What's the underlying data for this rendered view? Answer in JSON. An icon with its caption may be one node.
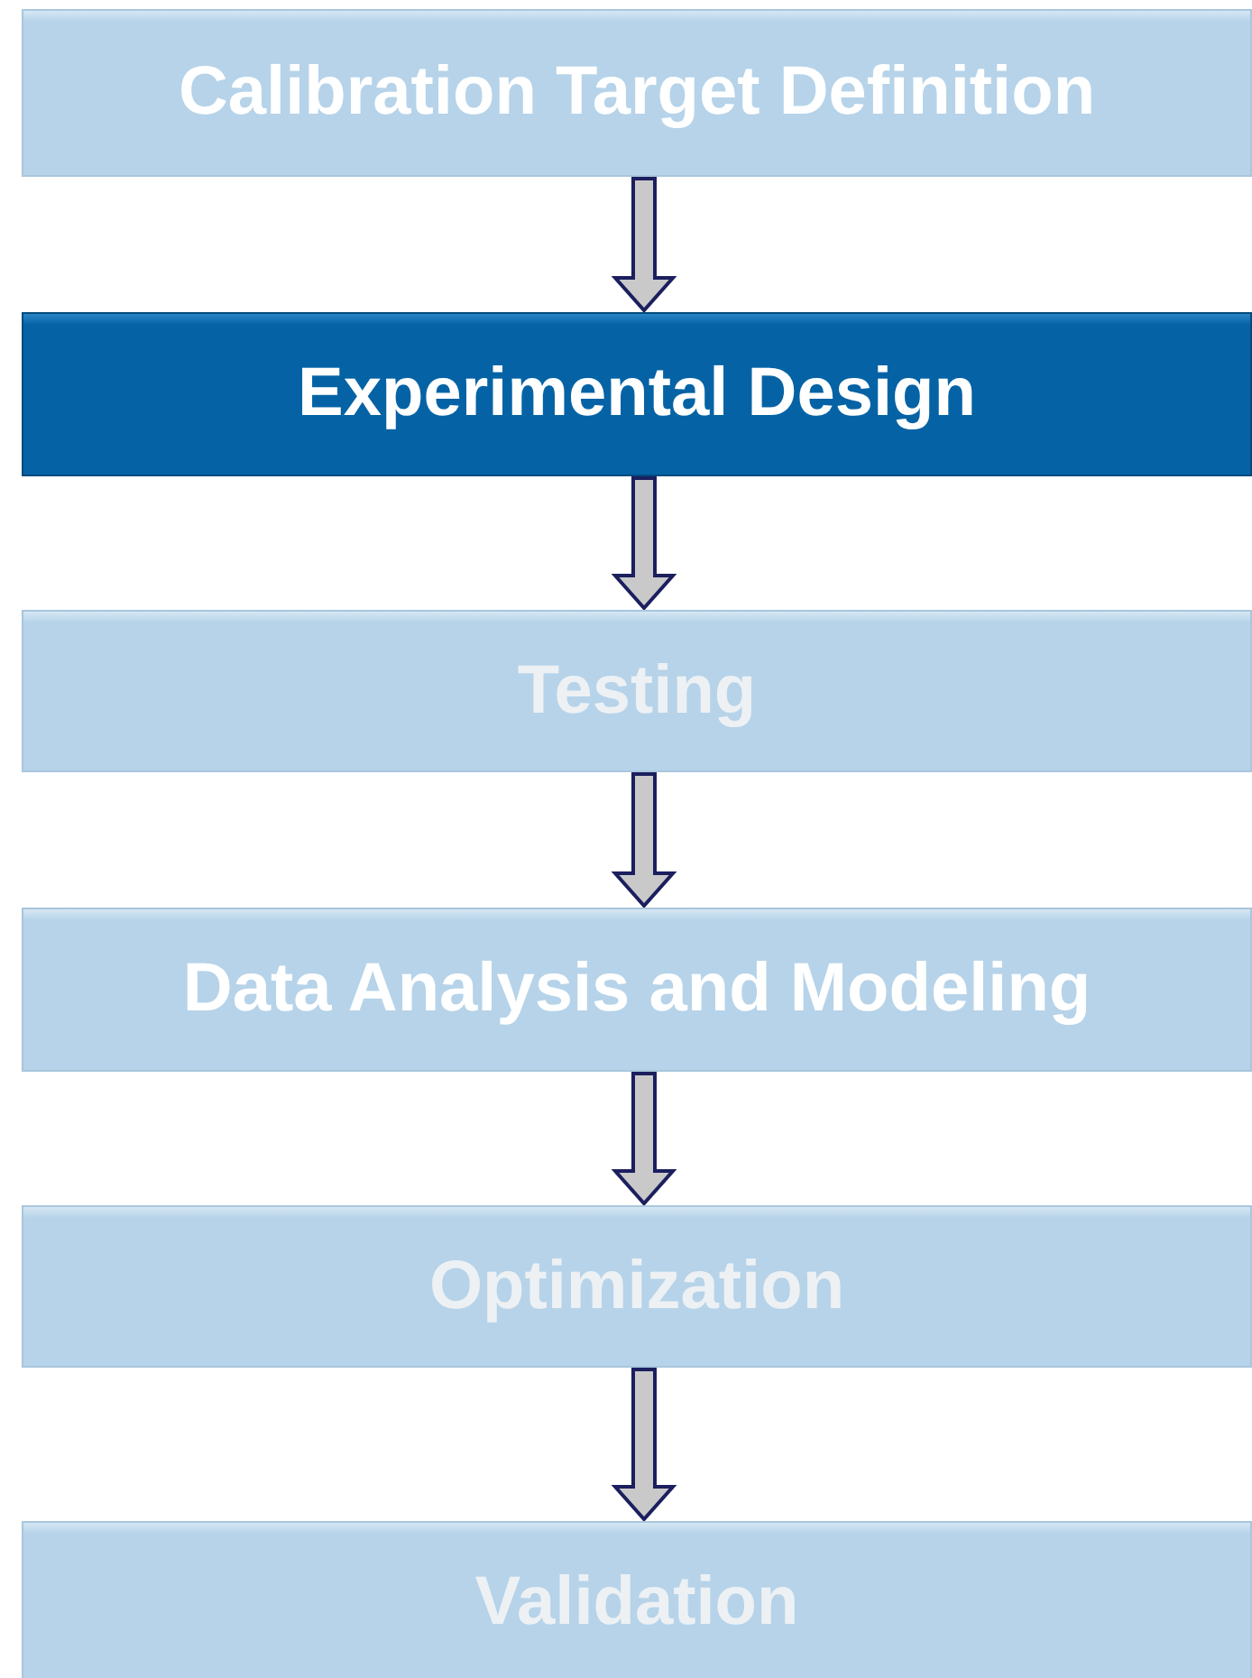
{
  "diagram": {
    "nodes": [
      {
        "text": [
          "Calibration Target Definition"
        ]
      },
      {
        "text": [
          "Experimental Design"
        ]
      },
      {
        "text": [
          "Testing"
        ]
      },
      {
        "text": [
          "Data Analysis and Modeling"
        ]
      },
      {
        "text": [
          "Optimization"
        ]
      },
      {
        "text": [
          "Validation"
        ]
      }
    ],
    "edges": [
      {
        "from": 0,
        "to": 1,
        "arrow": "to"
      },
      {
        "from": 1,
        "to": 2,
        "arrow": "to"
      },
      {
        "from": 2,
        "to": 3,
        "arrow": "to"
      },
      {
        "from": 3,
        "to": 4,
        "arrow": "to"
      },
      {
        "from": 4,
        "to": 5,
        "arrow": "to"
      }
    ]
  }
}
